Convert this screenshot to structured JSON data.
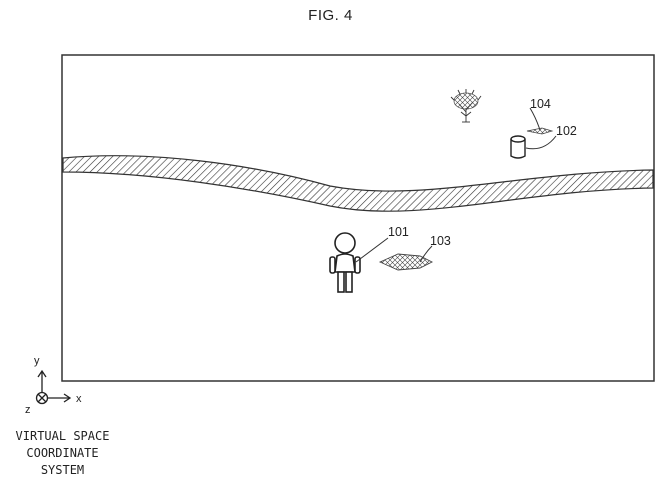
{
  "figure": {
    "title": "FIG. 4"
  },
  "references": {
    "player_character": "101",
    "object": "102",
    "player_shadow": "103",
    "object_shadow": "104"
  },
  "coordinate_system": {
    "x_label": "x",
    "y_label": "y",
    "z_label": "z",
    "caption_lines": [
      "VIRTUAL SPACE",
      "COORDINATE",
      "SYSTEM"
    ]
  }
}
